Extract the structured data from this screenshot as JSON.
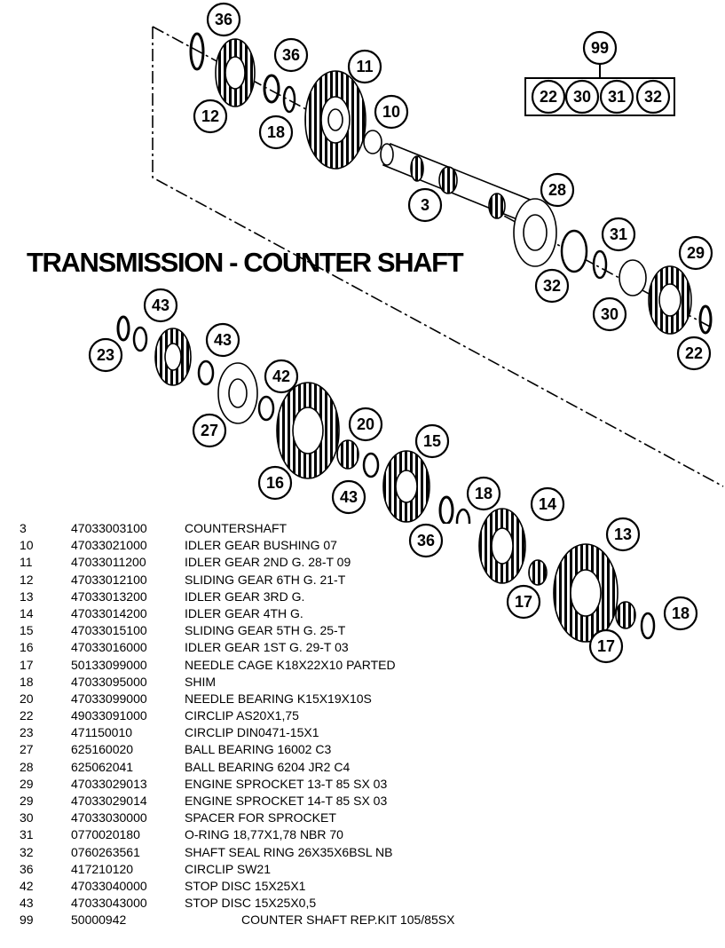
{
  "title": "TRANSMISSION - COUNTER SHAFT",
  "kit": {
    "label": "99",
    "contents": [
      "22",
      "30",
      "31",
      "32"
    ]
  },
  "callouts": [
    "36",
    "36",
    "11",
    "12",
    "18",
    "10",
    "3",
    "28",
    "31",
    "29",
    "32",
    "30",
    "22",
    "43",
    "23",
    "43",
    "42",
    "27",
    "20",
    "15",
    "16",
    "43",
    "18",
    "14",
    "36",
    "13",
    "17",
    "18",
    "17"
  ],
  "parts": [
    {
      "pos": "3",
      "number": "47033003100",
      "description": "COUNTERSHAFT"
    },
    {
      "pos": "10",
      "number": "47033021000",
      "description": "IDLER GEAR BUSHING 07"
    },
    {
      "pos": "11",
      "number": "47033011200",
      "description": "IDLER GEAR 2ND G. 28-T 09"
    },
    {
      "pos": "12",
      "number": "47033012100",
      "description": "SLIDING GEAR 6TH G. 21-T"
    },
    {
      "pos": "13",
      "number": "47033013200",
      "description": "IDLER GEAR 3RD G."
    },
    {
      "pos": "14",
      "number": "47033014200",
      "description": "IDLER GEAR 4TH G."
    },
    {
      "pos": "15",
      "number": "47033015100",
      "description": "SLIDING GEAR 5TH G. 25-T"
    },
    {
      "pos": "16",
      "number": "47033016000",
      "description": "IDLER GEAR 1ST G. 29-T 03"
    },
    {
      "pos": "17",
      "number": "50133099000",
      "description": "NEEDLE CAGE K18X22X10 PARTED"
    },
    {
      "pos": "18",
      "number": "47033095000",
      "description": "SHIM"
    },
    {
      "pos": "20",
      "number": "47033099000",
      "description": "NEEDLE BEARING K15X19X10S"
    },
    {
      "pos": "22",
      "number": "49033091000",
      "description": "CIRCLIP AS20X1,75"
    },
    {
      "pos": "23",
      "number": "471150010",
      "description": "CIRCLIP DIN0471-15X1"
    },
    {
      "pos": "27",
      "number": "625160020",
      "description": "BALL BEARING 16002 C3"
    },
    {
      "pos": "28",
      "number": "625062041",
      "description": "BALL BEARING 6204 JR2 C4"
    },
    {
      "pos": "29",
      "number": "47033029013",
      "description": "ENGINE SPROCKET 13-T 85 SX 03"
    },
    {
      "pos": "29",
      "number": "47033029014",
      "description": "ENGINE SPROCKET 14-T 85 SX 03"
    },
    {
      "pos": "30",
      "number": "47033030000",
      "description": "SPACER FOR SPROCKET"
    },
    {
      "pos": "31",
      "number": "0770020180",
      "description": "O-RING 18,77X1,78 NBR 70"
    },
    {
      "pos": "32",
      "number": "0760263561",
      "description": "SHAFT SEAL RING 26X35X6BSL NB"
    },
    {
      "pos": "36",
      "number": "417210120",
      "description": "CIRCLIP SW21"
    },
    {
      "pos": "42",
      "number": "47033040000",
      "description": "STOP DISC 15X25X1"
    },
    {
      "pos": "43",
      "number": "47033043000",
      "description": "STOP DISC 15X25X0,5"
    },
    {
      "pos": "99",
      "number": "50000942",
      "description": "COUNTER SHAFT REP.KIT 105/85SX"
    }
  ]
}
